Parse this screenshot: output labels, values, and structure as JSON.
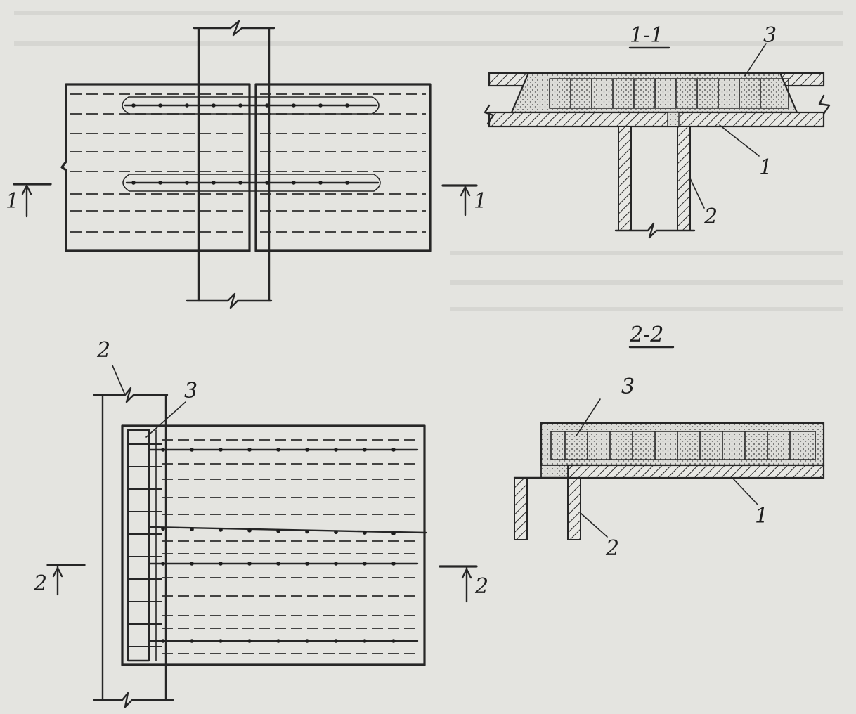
{
  "section_titles": {
    "s11": "1-1",
    "s22": "2-2"
  },
  "markers": {
    "m1": "1",
    "m2": "2"
  },
  "callouts": {
    "n1": "1",
    "n2": "2",
    "n3": "3"
  },
  "colors": {
    "paper": "#e4e4e0",
    "ink": "#262626",
    "concrete": "#d8d8d4"
  }
}
